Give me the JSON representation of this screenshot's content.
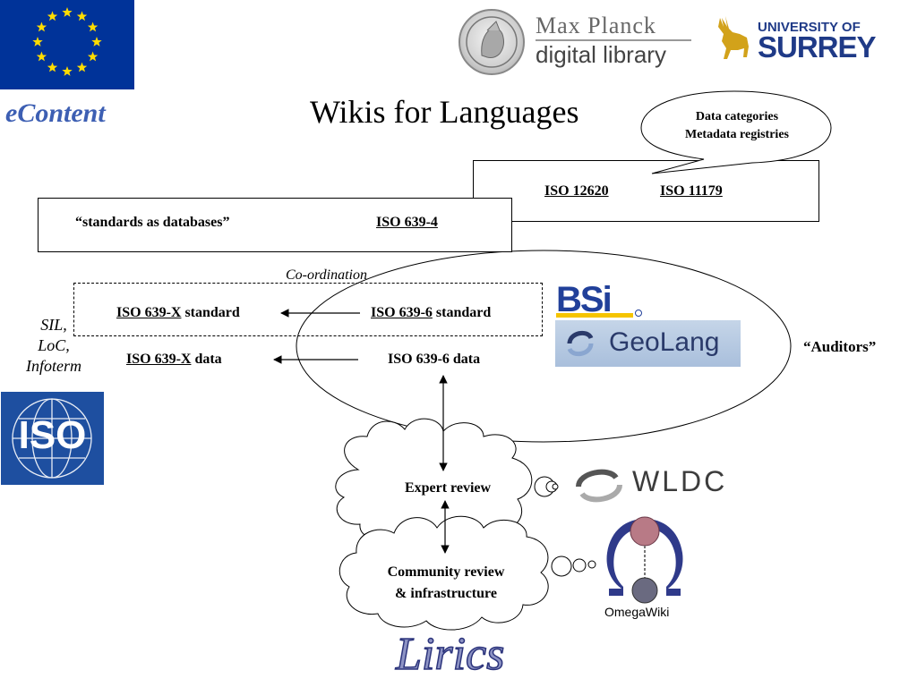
{
  "logos": {
    "eu_flag": "european-union-flag",
    "econtent": "eContent",
    "mpg_title": "Max Planck",
    "mpg_sub": "digital library",
    "surrey_top": "UNIVERSITY OF",
    "surrey_main": "SURREY",
    "bsi": "BSI",
    "geolang": "GeoLang",
    "iso": "ISO",
    "wldc": "WLDC",
    "omegawiki": "OmegaWiki",
    "lirics": "Lirics"
  },
  "title": "Wikis for Languages",
  "callout": {
    "line1": "Data categories",
    "line2": "Metadata registries"
  },
  "top_box": {
    "item1": "ISO 12620",
    "item2": "ISO 11179"
  },
  "standards_box": {
    "quote": "“standards as databases”",
    "target": "ISO 639-4"
  },
  "coordination": "Co-ordination",
  "rows": {
    "x_standard_link": "ISO 639-X",
    "x_standard_rest": " standard",
    "six_standard_link": "ISO 639-6",
    "six_standard_rest": " standard",
    "x_data_link": "ISO 639-X",
    "x_data_rest": " data",
    "six_data": "ISO 639-6 data"
  },
  "orgs": {
    "line1": "SIL,",
    "line2": "LoC,",
    "line3": "Infoterm"
  },
  "auditors": "“Auditors”",
  "expert_review": "Expert review",
  "community_review": {
    "line1": "Community review",
    "line2": "& infrastructure"
  },
  "colors": {
    "eu_blue": "#003399",
    "eu_star": "#ffdd00",
    "iso_blue": "#1e4fa0",
    "bsi_blue": "#21409a",
    "surrey_blue": "#1f3a87",
    "lirics_fill": "#8d93c4"
  }
}
